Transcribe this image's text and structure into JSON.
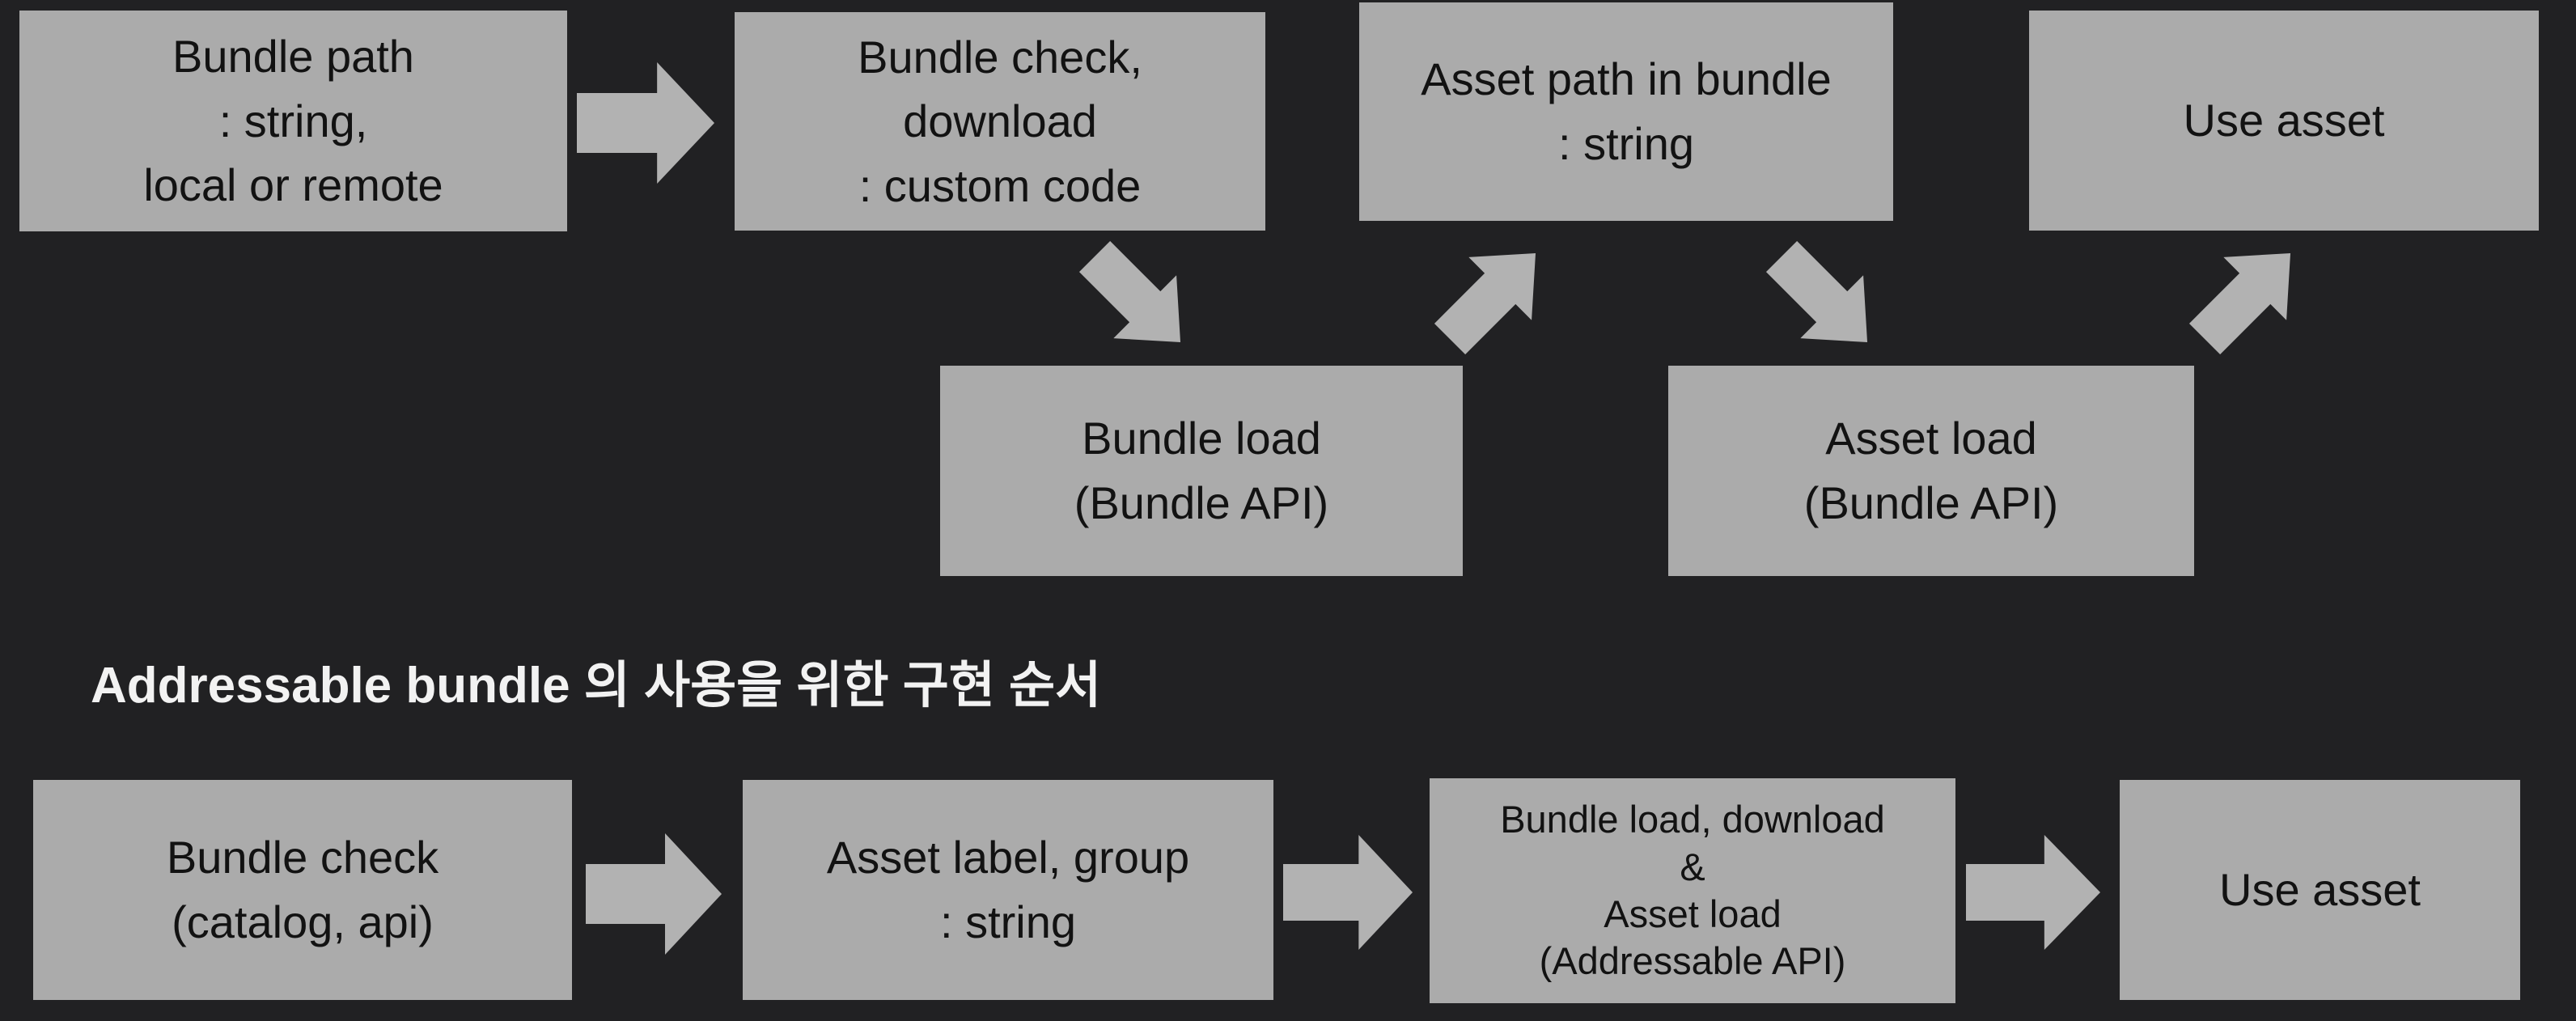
{
  "colors": {
    "background": "#212123",
    "box_fill": "#ababab",
    "arrow_fill": "#b2b2b2",
    "box_text": "#121212",
    "heading_text": "#f2f2f2"
  },
  "section_heading": {
    "text": "Addressable bundle 의 사용을 위한 구현 순서"
  },
  "top_flow": {
    "boxes": [
      {
        "id": "bundle-path",
        "lines": [
          "Bundle path",
          ": string,",
          "local or remote"
        ]
      },
      {
        "id": "bundle-check-download",
        "lines": [
          "Bundle check,",
          "download",
          ": custom code"
        ]
      },
      {
        "id": "bundle-load",
        "lines": [
          "Bundle load",
          "(Bundle API)"
        ]
      },
      {
        "id": "asset-path-in-bundle",
        "lines": [
          "Asset path in bundle",
          ": string"
        ]
      },
      {
        "id": "asset-load",
        "lines": [
          "Asset load",
          "(Bundle API)"
        ]
      },
      {
        "id": "use-asset",
        "lines": [
          "Use asset"
        ]
      }
    ],
    "connections": [
      "right",
      "down-right",
      "up-right",
      "down-right",
      "up-right"
    ]
  },
  "bottom_flow": {
    "boxes": [
      {
        "id": "bundle-check-catalog",
        "lines": [
          "Bundle check",
          "(catalog, api)"
        ]
      },
      {
        "id": "asset-label-group",
        "lines": [
          "Asset label, group",
          ": string"
        ]
      },
      {
        "id": "combined-load",
        "lines": [
          "Bundle load, download",
          "&",
          "Asset load",
          "(Addressable API)"
        ]
      },
      {
        "id": "use-asset",
        "lines": [
          "Use asset"
        ]
      }
    ],
    "connections": [
      "right",
      "right",
      "right"
    ]
  }
}
